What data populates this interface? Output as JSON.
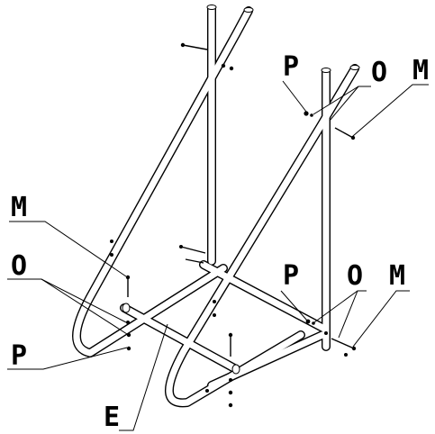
{
  "labels": {
    "m_left": "M",
    "o_left": "O",
    "p_left": "P",
    "e_bottom": "E",
    "p_upper_right": "P",
    "o_upper_right": "O",
    "m_upper_right": "M",
    "p_lower_right": "P",
    "o_lower_right": "O",
    "m_lower_right": "M"
  }
}
